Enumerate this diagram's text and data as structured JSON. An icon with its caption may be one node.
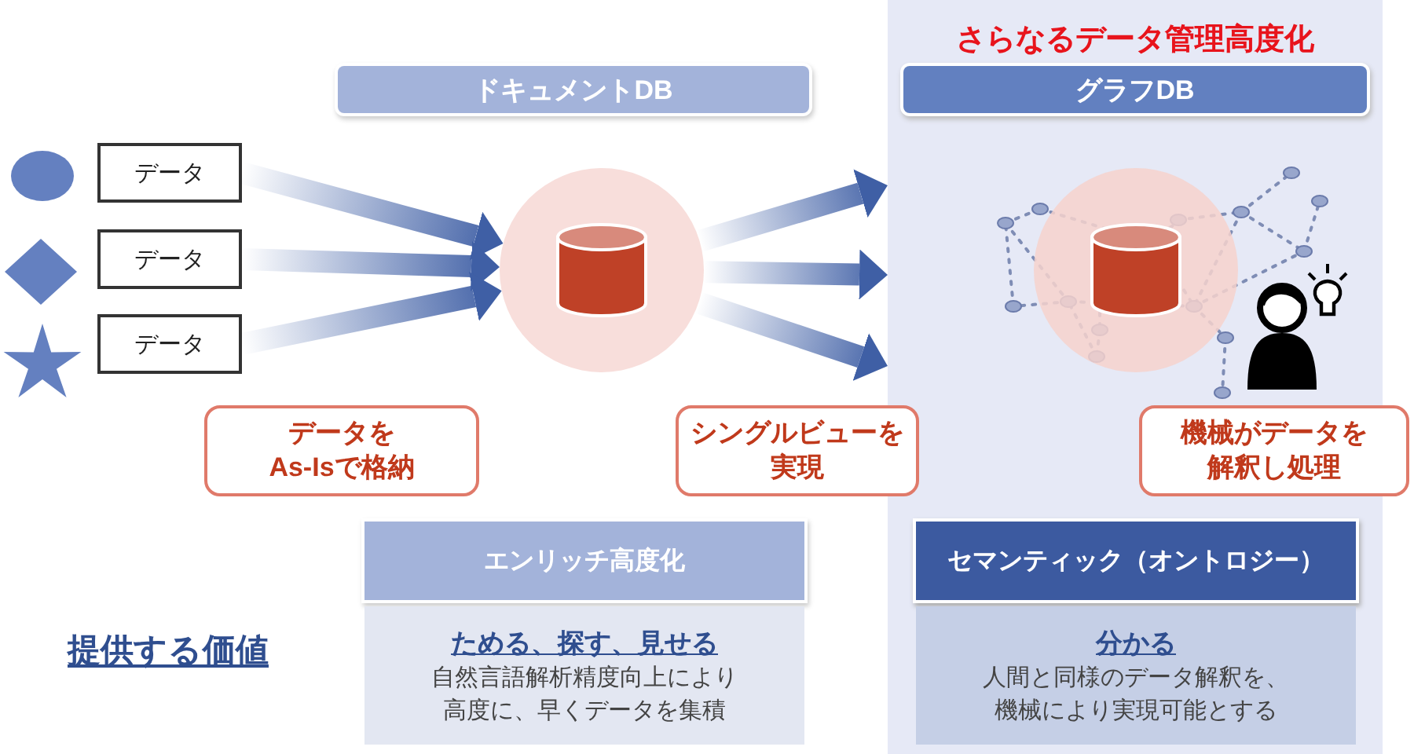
{
  "diagram": {
    "nodes": [
      {
        "text": [
          "データ"
        ]
      },
      {
        "text": [
          "データ"
        ]
      },
      {
        "text": [
          "データ"
        ]
      },
      {
        "text": [
          "ドキュメントDB"
        ]
      },
      {
        "text": [],
        "shape": "circle"
      },
      {
        "text": [
          "データをAs-Isで格納"
        ]
      },
      {
        "text": [
          "シングルビューを実現"
        ]
      },
      {
        "text": [
          "さらなるデータ管理高度化"
        ]
      },
      {
        "text": [
          "グラフDB"
        ],
        "in": 7
      },
      {
        "text": [],
        "shape": "circle",
        "in": 7
      },
      {
        "text": [
          "機械がデータを解釈し処理"
        ]
      },
      {
        "text": [
          "エンリッチ高度化"
        ]
      },
      {
        "text": [
          "ためる、探す、見せる",
          "自然言語解析精度向上により高度に、早くデータを集積"
        ]
      },
      {
        "text": [
          "セマンティック（オントロジー）"
        ],
        "in": 7
      },
      {
        "text": [
          "分かる",
          "人間と同様のデータ解釈を、機械により実現可能とする"
        ],
        "in": 7
      }
    ],
    "edges": [
      {
        "from": 0,
        "to": 4,
        "arrow": "to"
      },
      {
        "from": 1,
        "to": 4,
        "arrow": "to"
      },
      {
        "from": 2,
        "to": 4,
        "arrow": "to"
      },
      {
        "from": 4,
        "to": 7,
        "arrow": "to"
      },
      {
        "from": 4,
        "to": 7,
        "arrow": "to"
      },
      {
        "from": 4,
        "to": 7,
        "arrow": "to"
      }
    ],
    "labels": [
      "提供する価値"
    ]
  }
}
